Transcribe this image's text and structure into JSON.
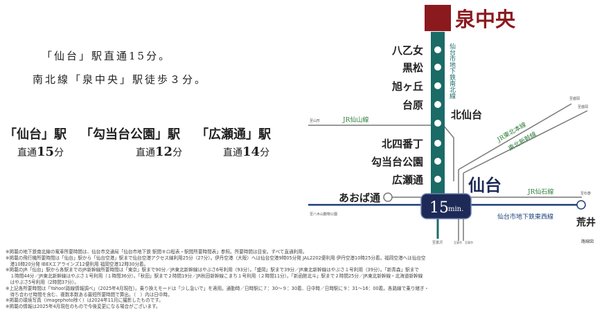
{
  "intro": {
    "line1": "「仙台」駅直通15分。",
    "line2": "南北線「泉中央」駅徒歩３分。"
  },
  "stations_summary": [
    {
      "name": "「仙台」駅",
      "label": "直通",
      "minutes": "15",
      "unit": "分"
    },
    {
      "name": "「勾当台公園」駅",
      "label": "直通",
      "minutes": "12",
      "unit": "分"
    },
    {
      "name": "「広瀬通」駅",
      "label": "直通",
      "minutes": "14",
      "unit": "分"
    }
  ],
  "map": {
    "origin_station": "泉中央",
    "line_name": "仙台市地下鉄南北線",
    "stations_upper": [
      "八乙女",
      "黒松",
      "旭ヶ丘",
      "台原"
    ],
    "kita_sendai": "北仙台",
    "stations_lower": [
      "北四番丁",
      "勾当台公園",
      "広瀬通"
    ],
    "aobadori": "あおば通",
    "sendai": "仙台",
    "minutes_num": "15",
    "minutes_unit": "min.",
    "arai": "荒井",
    "jr_senzan": "JR仙山線",
    "jr_tohoku": "JR東北本線",
    "tohoku_shinkansen": "東北新幹線",
    "jr_senseki": "JR仙石線",
    "tozai": "仙台市地下鉄東西線",
    "small_to_yamagata": "至山形",
    "small_to_morioka1": "至盛岡",
    "small_to_morioka2": "至盛岡",
    "small_to_ishinomaki": "至石巻",
    "small_to_yagiyama": "至八木山動物公園",
    "small_to_tomizawa": "至富沢",
    "small_to_tokyo1": "至東京",
    "small_to_tokyo2": "至東京",
    "legend": "路線図"
  },
  "colors": {
    "nanboku_line": "#1b6b67",
    "origin_box": "#8b1a1f",
    "origin_text": "#8b1a1f",
    "minutes_box": "#1d2a57",
    "jr_green": "#2f7d3c",
    "tozai_blue": "#1b3f7a",
    "sendai_text": "#1d2a57",
    "rail_gray": "#777777"
  },
  "notes": [
    "※掲載の地下鉄南北線の電車所要時間は、仙台市交通局「仙台市地下鉄 駅間キロ程表・駅間所要時間表」参照。所要時間は目安。すべて直通利用。",
    "※掲載の飛行機所要時間は「仙台」駅から「仙台空港」駅まで仙台空港アクセス線利用25分（27分）。伊丹空港（大阪）へは仙台空港9時05分発 JAL2202便利用 伊丹空港10時25分着。福岡空港へは仙台空",
    "　港10時20分発 IBEXエアラインズ12便利用 福岡空港12時30分着。",
    "※掲載のJR「仙台」駅から各駅までのJR新幹線所要時間は「東京」駅まで90分／JR東北新幹線はやぶさ6号利用（93分）。「盛岡」駅まで39分／JR東北新幹線はやぶさ１号利用（39分）。「新青森」駅まで",
    "　１時間44分／JR東北新幹線はやぶさ１号利用（１時間36分）。「秋田」駅まで２時間19分／JR秋田新幹線こまち１号利用（２時間11分）。「新函館北斗」駅まで２時間25分／JR東北新幹線・北海道新幹線",
    "　はやぶさ5号利用（2時間37分）。",
    "※上記各所要時間は「Yahoo!路線情報調べ」（2025年4月現在）。乗り換えモードは「少し急いで」を適用。通勤時／日時駅に７：30～９：30着、日中時／日時駅に９：31～16：00着。各路線で乗り継ぎ・",
    "　待ち合わせ時間を含む、複数本数ある最短所要時間で算出。（　）内は日中時。",
    "※掲載の環境写真（imagephoto除く）は2024年11月に撮影したものです。",
    "※掲載の情報は2025年4月現在のもので今後変更になる場合がございます。"
  ]
}
